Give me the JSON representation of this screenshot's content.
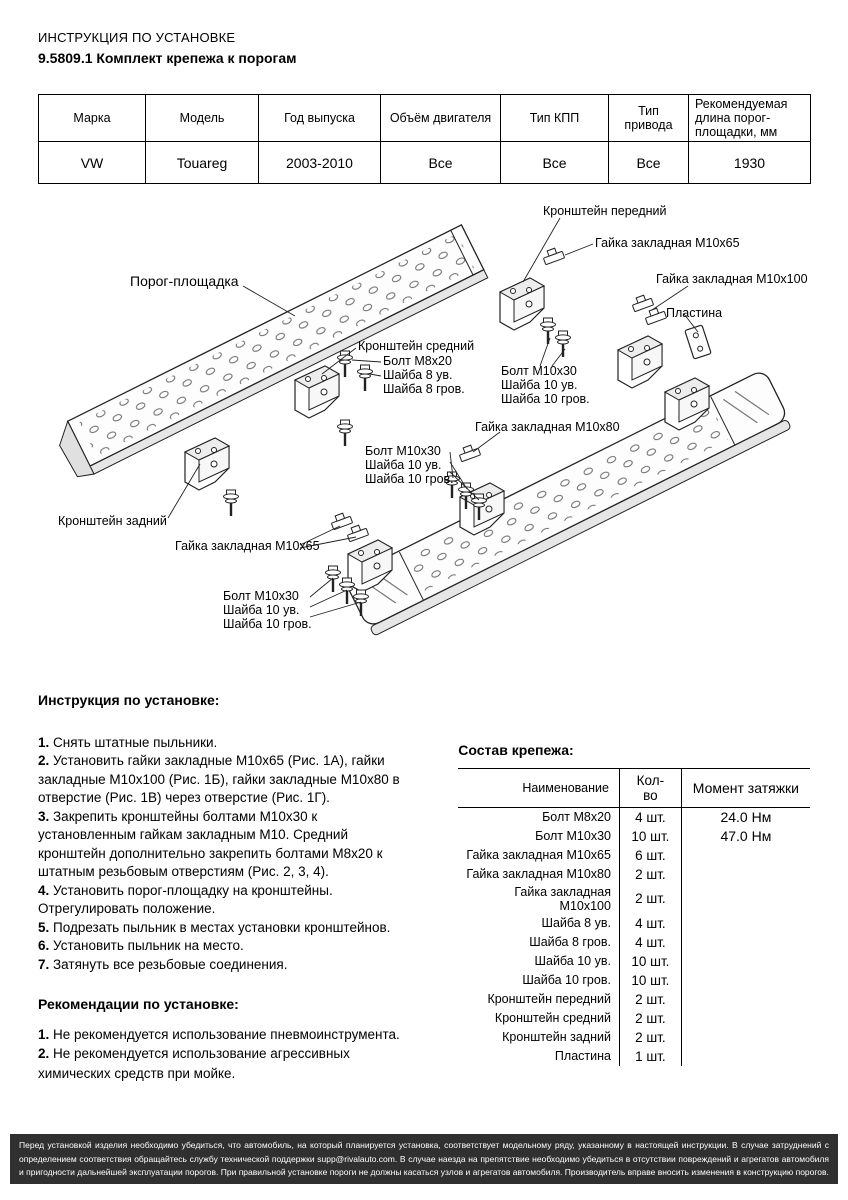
{
  "doc": {
    "title_line1": "ИНСТРУКЦИЯ ПО УСТАНОВКЕ",
    "title_line2": "9.5809.1 Комплект крепежа к порогам"
  },
  "spec_table": {
    "columns": [
      "Марка",
      "Модель",
      "Год выпуска",
      "Объём двигателя",
      "Тип КПП",
      "Тип привода",
      "Рекомендуемая длина порог-площадки, мм"
    ],
    "row": [
      "VW",
      "Touareg",
      "2003-2010",
      "Все",
      "Все",
      "Все",
      "1930"
    ]
  },
  "diagram": {
    "labels": {
      "board": "Порог-площадка",
      "front_bracket": "Кронштейн передний",
      "nut_m10x65_top": "Гайка закладная М10х65",
      "nut_m10x100": "Гайка закладная М10х100",
      "plate": "Пластина",
      "middle_bracket": "Кронштейн средний",
      "bolt_m8_group": "Болт М8х20\nШайба 8 ув.\nШайба 8 гров.",
      "bolt_m10_front_group": "Болт М10х30\nШайба 10 ув.\nШайба 10 гров.",
      "nut_m10x80": "Гайка закладная М10х80",
      "bolt_m10_mid_group": "Болт М10х30\nШайба 10 ув.\nШайба 10 гров.",
      "rear_bracket": "Кронштейн задний",
      "nut_m10x65_bottom": "Гайка закладная М10х65",
      "bolt_m10_rear_group": "Болт М10х30\nШайба 10 ув.\nШайба 10 гров."
    }
  },
  "instructions": {
    "title": "Инструкция по установке:",
    "steps": [
      {
        "num": "1.",
        "text": "Снять штатные пыльники."
      },
      {
        "num": "2.",
        "text": "Установить гайки закладные М10х65 (Рис. 1А), гайки закладные М10х100 (Рис. 1Б), гайки закладные М10х80 в отверстие (Рис. 1В) через отверстие (Рис. 1Г)."
      },
      {
        "num": "3.",
        "text": "Закрепить кронштейны болтами М10х30 к установленным гайкам закладным М10. Средний кронштейн дополнительно закрепить болтами М8х20 к штатным резьбовым отверстиям (Рис. 2, 3, 4)."
      },
      {
        "num": "4.",
        "text": "Установить порог-площадку на кронштейны. Отрегулировать положение."
      },
      {
        "num": "5.",
        "text": "Подрезать пыльник в местах установки кронштейнов."
      },
      {
        "num": "6.",
        "text": "Установить пыльник на место."
      },
      {
        "num": "7.",
        "text": "Затянуть все резьбовые соединения."
      }
    ]
  },
  "recommendations": {
    "title": "Рекомендации по установке:",
    "items": [
      {
        "num": "1.",
        "text": "Не рекомендуется использование пневмоинструмента."
      },
      {
        "num": "2.",
        "text": "Не рекомендуется использование агрессивных химических средств при мойке."
      }
    ]
  },
  "hardware": {
    "title": "Состав крепежа:",
    "columns": [
      "Наименование",
      "Кол-во",
      "Момент затяжки"
    ],
    "rows": [
      [
        "Болт М8х20",
        "4 шт.",
        "24.0 Нм"
      ],
      [
        "Болт М10х30",
        "10 шт.",
        "47.0 Нм"
      ],
      [
        "Гайка закладная М10х65",
        "6 шт.",
        ""
      ],
      [
        "Гайка закладная М10х80",
        "2 шт.",
        ""
      ],
      [
        "Гайка закладная М10х100",
        "2 шт.",
        ""
      ],
      [
        "Шайба 8 ув.",
        "4 шт.",
        ""
      ],
      [
        "Шайба 8 гров.",
        "4 шт.",
        ""
      ],
      [
        "Шайба 10 ув.",
        "10 шт.",
        ""
      ],
      [
        "Шайба 10 гров.",
        "10 шт.",
        ""
      ],
      [
        "Кронштейн передний",
        "2 шт.",
        ""
      ],
      [
        "Кронштейн средний",
        "2 шт.",
        ""
      ],
      [
        "Кронштейн задний",
        "2 шт.",
        ""
      ],
      [
        "Пластина",
        "1 шт.",
        ""
      ]
    ]
  },
  "footer": {
    "text": "Перед установкой изделия необходимо убедиться, что автомобиль, на который планируется установка, соответствует модельному ряду, указанному в настоящей инструкции. В случае затруднений с определением соответствия обращайтесь службу технической поддержки supp@rivalauto.com. В случае наезда на препятствие необходимо убедиться в отсутствии повреждений и агрегатов автомобиля и пригодности дальнейшей эксплуатации порогов. При правильной установке пороги не должны касаться узлов и агрегатов автомобиля. Производитель вправе вносить изменения в конструкцию порогов."
  }
}
